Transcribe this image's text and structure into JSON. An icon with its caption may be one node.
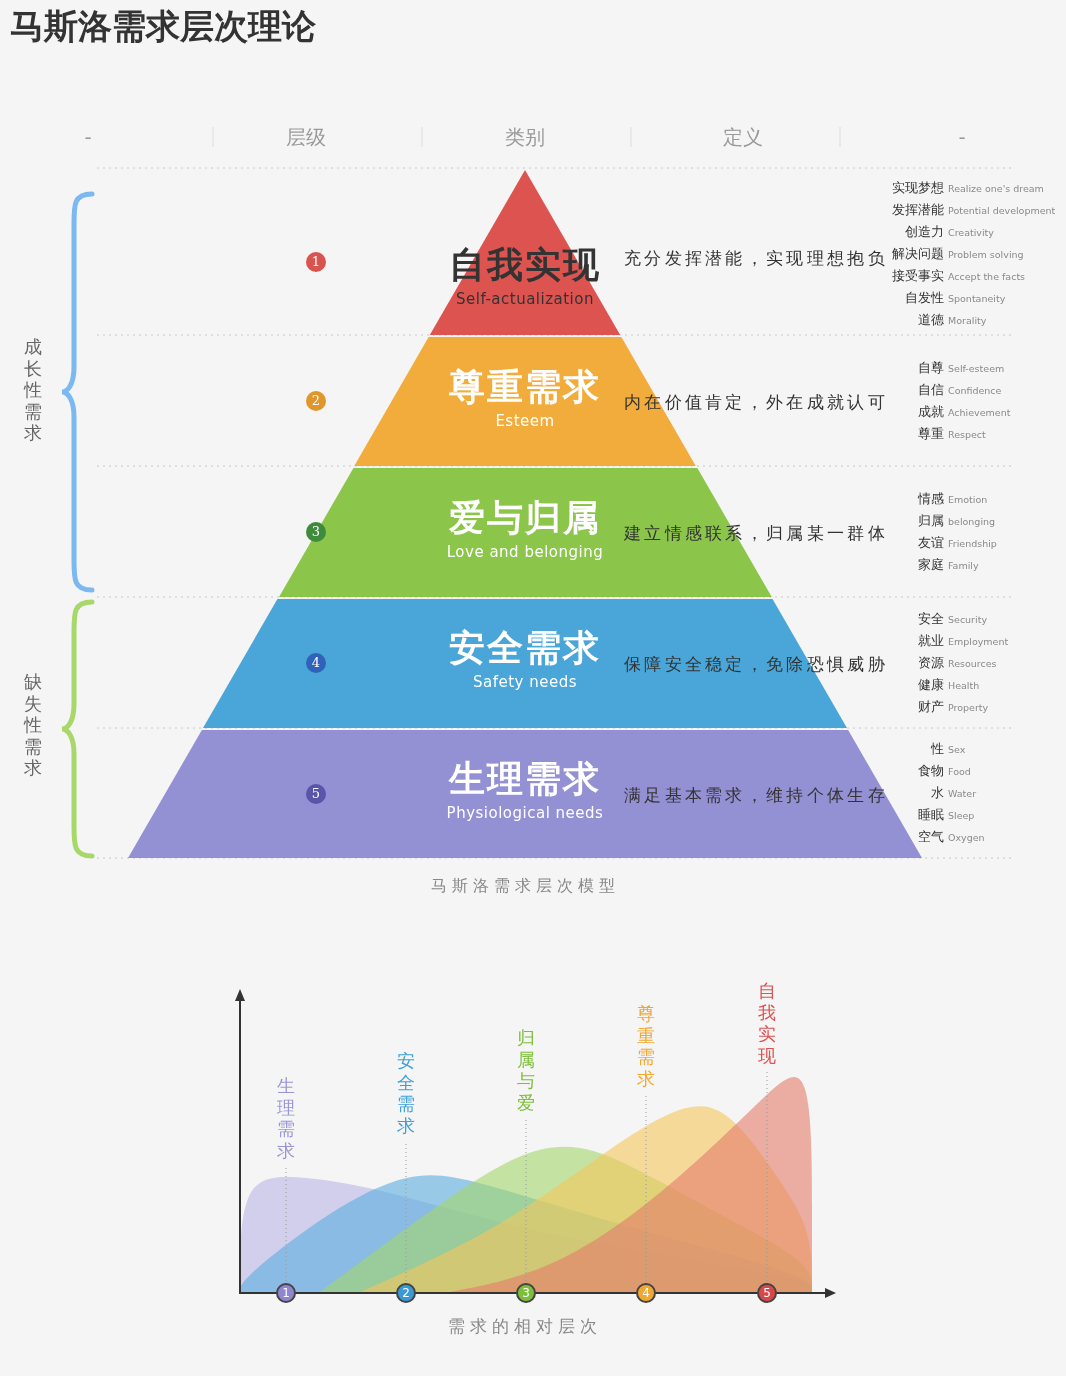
{
  "diagram": {
    "title": "马斯洛需求层次理论",
    "caption": "马斯洛需求层次模型",
    "nodes": [
      {
        "text": [
          "自我实现",
          "Self-actualization",
          "1",
          "充分发挥潜能，实现理想抱负"
        ],
        "beside": [
          "实现梦想",
          "Realize one's dream",
          "发挥潜能",
          "Potential development",
          "创造力",
          "Creativity",
          "解决问题",
          "Problem solving",
          "接受事实",
          "Accept the facts",
          "自发性",
          "Spontaneity",
          "道德",
          "Morality"
        ]
      },
      {
        "text": [
          "尊重需求",
          "Esteem",
          "2",
          "内在价值肯定，外在成就认可"
        ],
        "beside": [
          "自尊",
          "Self-esteem",
          "自信",
          "Confidence",
          "成就",
          "Achievement",
          "尊重",
          "Respect"
        ]
      },
      {
        "text": [
          "爱与归属",
          "Love and belonging",
          "3",
          "建立情感联系，归属某一群体"
        ],
        "beside": [
          "情感",
          "Emotion",
          "归属",
          "belonging",
          "友谊",
          "Friendship",
          "家庭",
          "Family"
        ]
      },
      {
        "text": [
          "安全需求",
          "Safety needs",
          "4",
          "保障安全稳定，免除恐惧威胁"
        ],
        "beside": [
          "安全",
          "Security",
          "就业",
          "Employment",
          "资源",
          "Resources",
          "健康",
          "Health",
          "财产",
          "Property"
        ]
      },
      {
        "text": [
          "生理需求",
          "Physiological needs",
          "5",
          "满足基本需求，维持个体生存"
        ],
        "beside": [
          "性",
          "Sex",
          "食物",
          "Food",
          "水",
          "Water",
          "睡眠",
          "Sleep",
          "空气",
          "Oxygen"
        ]
      }
    ],
    "edges": [],
    "labels": [
      "-",
      "层级",
      "类别",
      "定义",
      "-",
      "成长性需求",
      "缺失性需求",
      "生理需求",
      "安全需求",
      "归属与爱",
      "尊重需求",
      "自我实现",
      "1",
      "2",
      "3",
      "4",
      "5",
      "需求的相对层次"
    ]
  }
}
